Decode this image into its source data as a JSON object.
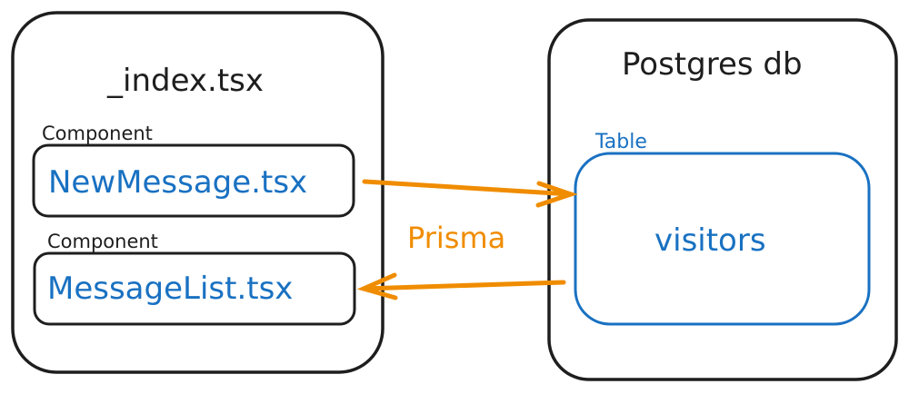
{
  "left_box": {
    "title": "_index.tsx",
    "components": [
      {
        "label": "Component",
        "name": "NewMessage.tsx"
      },
      {
        "label": "Component",
        "name": "MessageList.tsx"
      }
    ]
  },
  "right_box": {
    "title": "Postgres db",
    "table_label": "Table",
    "table_name": "visitors"
  },
  "connector": {
    "label": "Prisma",
    "arrows": [
      {
        "from": "NewMessage.tsx",
        "to": "visitors"
      },
      {
        "from": "visitors",
        "to": "MessageList.tsx"
      }
    ]
  },
  "colors": {
    "stroke": "#1e1e1e",
    "blue": "#1971c2",
    "orange": "#f08c00"
  }
}
